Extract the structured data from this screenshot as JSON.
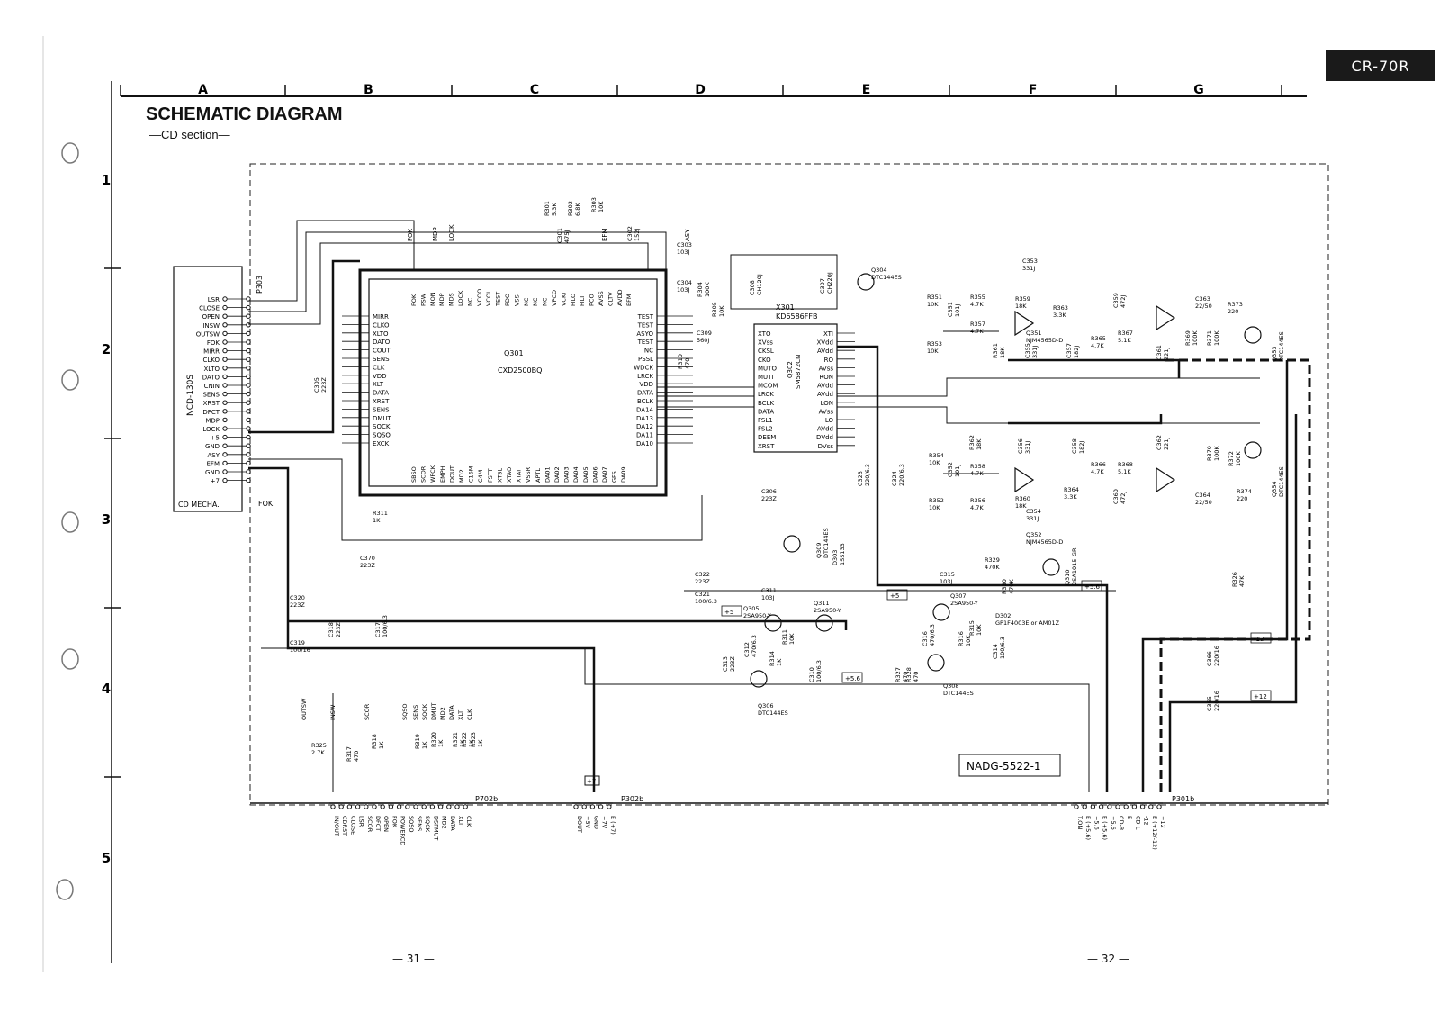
{
  "model_badge": "CR-70R",
  "title": "SCHEMATIC DIAGRAM",
  "subtitle": "—CD section—",
  "columns": [
    "A",
    "B",
    "C",
    "D",
    "E",
    "F",
    "G"
  ],
  "rows": [
    "1",
    "2",
    "3",
    "4",
    "5"
  ],
  "doc_code": "NADG-5522-1",
  "page_left": "— 31 —",
  "page_right": "— 32 —",
  "cd_mecha": {
    "label": "CD MECHA.",
    "part": "NCD-130S",
    "connector": "P303",
    "pins": [
      "LSR",
      "CLOSE",
      "OPEN",
      "INSW",
      "OUTSW",
      "FOK",
      "MIRR",
      "CLKO",
      "XLTO",
      "DATO",
      "CNIN",
      "SENS",
      "XRST",
      "DFCT",
      "MDP",
      "LOCK",
      "+5",
      "GND",
      "ASY",
      "EFM",
      "GND",
      "+7"
    ]
  },
  "fok_label": "FOK",
  "q301": {
    "ref": "Q301",
    "part": "CXD2500BQ",
    "left_pins": [
      "MIRR",
      "CLKO",
      "XLTO",
      "DATO",
      "COUT",
      "SENS",
      "CLK",
      "VDD",
      "XLT",
      "DATA",
      "XRST",
      "SENS",
      "DMUT",
      "SQCK",
      "SQSO",
      "EXCK"
    ],
    "right_pins": [
      "TEST",
      "TEST",
      "ASYO",
      "TEST",
      "NC",
      "PSSL",
      "WDCK",
      "LRCK",
      "VDD",
      "DATA",
      "BCLK",
      "DA14",
      "DA13",
      "DA12",
      "DA11",
      "DA10"
    ],
    "top_pins": [
      "FOK",
      "FSW",
      "MON",
      "MDP",
      "MDS",
      "LOCK",
      "NC",
      "VCOO",
      "VCOI",
      "TEST",
      "PDO",
      "VSS",
      "NC",
      "NC",
      "NC",
      "VPCO",
      "VCKI",
      "FILO",
      "FILI",
      "PCO",
      "AVSS",
      "CLTV",
      "AVDD",
      "EFM"
    ],
    "bottom_pins": [
      "SBSO",
      "SCOR",
      "WFCK",
      "EMPH",
      "DOUT",
      "MD2",
      "C16M",
      "C4M",
      "FSTT",
      "XTSL",
      "XTAO",
      "XTAI",
      "VSSR",
      "APTL",
      "DA01",
      "DA02",
      "DA03",
      "DA04",
      "DA05",
      "DA06",
      "DA07",
      "GFS",
      "DA09"
    ]
  },
  "q302": {
    "ref": "Q302",
    "part": "SM5872CN",
    "left_pins": [
      "XTO",
      "XVss",
      "CKSL",
      "CKO",
      "MUTO",
      "MUTI",
      "MCOM",
      "LRCK",
      "BCLK",
      "DATA",
      "FSL1",
      "FSL2",
      "DEEM",
      "XRST"
    ],
    "right_pins": [
      "XTI",
      "XVdd",
      "AVdd",
      "RO",
      "AVss",
      "RON",
      "AVdd",
      "AVdd",
      "LON",
      "AVss",
      "LO",
      "AVdd",
      "DVdd",
      "DVss"
    ]
  },
  "x301": {
    "ref": "X301",
    "part": "KD6586FFB"
  },
  "top_signals": [
    "FOK",
    "MDP",
    "LOCK",
    "EFM",
    "ASY"
  ],
  "components": [
    {
      "ref": "R301",
      "val": "5.3K"
    },
    {
      "ref": "R302",
      "val": "6.8K"
    },
    {
      "ref": "R303",
      "val": "10K"
    },
    {
      "ref": "C301",
      "val": "475J"
    },
    {
      "ref": "C302",
      "val": "152J"
    },
    {
      "ref": "C303",
      "val": "103J"
    },
    {
      "ref": "C304",
      "val": "103J"
    },
    {
      "ref": "R304",
      "val": "100K"
    },
    {
      "ref": "R305",
      "val": "10K"
    },
    {
      "ref": "C305",
      "val": "223Z"
    },
    {
      "ref": "C309",
      "val": "560J"
    },
    {
      "ref": "R310",
      "val": "470"
    },
    {
      "ref": "C308",
      "val": "CH120J"
    },
    {
      "ref": "C307",
      "val": "CH220J"
    },
    {
      "ref": "Q304",
      "val": "DTC144ES"
    },
    {
      "ref": "R311",
      "val": "1K"
    },
    {
      "ref": "C370",
      "val": "223Z"
    },
    {
      "ref": "C306",
      "val": "223Z"
    },
    {
      "ref": "C323",
      "val": "220/6.3"
    },
    {
      "ref": "C324",
      "val": "220/6.3"
    },
    {
      "ref": "Q309",
      "val": "DTC144ES"
    },
    {
      "ref": "D303",
      "val": "1SS133"
    },
    {
      "ref": "C320",
      "val": "223Z"
    },
    {
      "ref": "C318",
      "val": "223Z"
    },
    {
      "ref": "C317",
      "val": "100/6.3"
    },
    {
      "ref": "C319",
      "val": "100/16"
    },
    {
      "ref": "C322",
      "val": "223Z"
    },
    {
      "ref": "C321",
      "val": "100/6.3"
    },
    {
      "ref": "C311",
      "val": "103J"
    },
    {
      "ref": "Q305",
      "val": "2SA950-Y"
    },
    {
      "ref": "Q311",
      "val": "2SA950-Y"
    },
    {
      "ref": "R311",
      "val": "10K"
    },
    {
      "ref": "R314",
      "val": "1K"
    },
    {
      "ref": "C313",
      "val": "223Z"
    },
    {
      "ref": "C312",
      "val": "470/6.3"
    },
    {
      "ref": "C310",
      "val": "100/6.3"
    },
    {
      "ref": "Q306",
      "val": "DTC144ES"
    },
    {
      "ref": "C315",
      "val": "103J"
    },
    {
      "ref": "Q307",
      "val": "2SA950-Y"
    },
    {
      "ref": "R316",
      "val": "10K"
    },
    {
      "ref": "R315",
      "val": "10K"
    },
    {
      "ref": "C316",
      "val": "470/6.3"
    },
    {
      "ref": "C314",
      "val": "100/6.3"
    },
    {
      "ref": "Q308",
      "val": "DTC144ES"
    },
    {
      "ref": "R327",
      "val": "470"
    },
    {
      "ref": "R328",
      "val": "470"
    },
    {
      "ref": "D302",
      "val": "GP1F4003E or AM01Z"
    },
    {
      "ref": "R329",
      "val": "470K"
    },
    {
      "ref": "R330",
      "val": "470K"
    },
    {
      "ref": "Q310",
      "val": "2SA1015-GR"
    },
    {
      "ref": "R325",
      "val": "2.7K"
    },
    {
      "ref": "R317",
      "val": "470"
    },
    {
      "ref": "R318",
      "val": "1K"
    },
    {
      "ref": "R319",
      "val": "1K"
    },
    {
      "ref": "R320",
      "val": "1K"
    },
    {
      "ref": "R321",
      "val": "1K"
    },
    {
      "ref": "R322",
      "val": "1K"
    },
    {
      "ref": "R323",
      "val": "1K"
    },
    {
      "ref": "R351",
      "val": "10K"
    },
    {
      "ref": "R355",
      "val": "4.7K"
    },
    {
      "ref": "R357",
      "val": "4.7K"
    },
    {
      "ref": "R353",
      "val": "10K"
    },
    {
      "ref": "C351",
      "val": "101J"
    },
    {
      "ref": "R361",
      "val": "18K"
    },
    {
      "ref": "C353",
      "val": "331J"
    },
    {
      "ref": "R359",
      "val": "18K"
    },
    {
      "ref": "R363",
      "val": "3.3K"
    },
    {
      "ref": "C355",
      "val": "331J"
    },
    {
      "ref": "C357",
      "val": "182J"
    },
    {
      "ref": "Q351",
      "val": "NJM4565D-D"
    },
    {
      "ref": "R365",
      "val": "4.7K"
    },
    {
      "ref": "R367",
      "val": "5.1K"
    },
    {
      "ref": "C359",
      "val": "472J"
    },
    {
      "ref": "C361",
      "val": "221J"
    },
    {
      "ref": "C363",
      "val": "22/50"
    },
    {
      "ref": "R373",
      "val": "220"
    },
    {
      "ref": "R369",
      "val": "100K"
    },
    {
      "ref": "R371",
      "val": "100K"
    },
    {
      "ref": "Q353",
      "val": "DTC144ES"
    },
    {
      "ref": "R354",
      "val": "10K"
    },
    {
      "ref": "R362",
      "val": "18K"
    },
    {
      "ref": "R358",
      "val": "4.7K"
    },
    {
      "ref": "C352",
      "val": "101J"
    },
    {
      "ref": "R352",
      "val": "10K"
    },
    {
      "ref": "R356",
      "val": "4.7K"
    },
    {
      "ref": "C356",
      "val": "331J"
    },
    {
      "ref": "C358",
      "val": "182J"
    },
    {
      "ref": "R360",
      "val": "18K"
    },
    {
      "ref": "R364",
      "val": "3.3K"
    },
    {
      "ref": "C354",
      "val": "331J"
    },
    {
      "ref": "Q352",
      "val": "NJM4565D-D"
    },
    {
      "ref": "R366",
      "val": "4.7K"
    },
    {
      "ref": "R368",
      "val": "5.1K"
    },
    {
      "ref": "C360",
      "val": "472J"
    },
    {
      "ref": "C362",
      "val": "221J"
    },
    {
      "ref": "R370",
      "val": "100K"
    },
    {
      "ref": "R372",
      "val": "100K"
    },
    {
      "ref": "C364",
      "val": "22/50"
    },
    {
      "ref": "R374",
      "val": "220"
    },
    {
      "ref": "Q354",
      "val": "DTC144ES"
    },
    {
      "ref": "R326",
      "val": "47K"
    },
    {
      "ref": "C366",
      "val": "220/16"
    },
    {
      "ref": "C365",
      "val": "220/16"
    }
  ],
  "rail_labels": [
    "+5",
    "+5",
    "+5.6",
    "+5.6",
    "-12",
    "+12"
  ],
  "p702b": {
    "ref": "P702b",
    "pins": [
      "IN/OUT",
      "CDRST",
      "CLOSE",
      "LSR",
      "SCOR",
      "DFCT",
      "OPEN",
      "FOK",
      "POWERCD",
      "SQSO",
      "SENS",
      "SQCK",
      "DSPMUT",
      "MD2",
      "DATA",
      "XLT",
      "CLK"
    ]
  },
  "p702b_nets": [
    "OUTSW",
    "INSW",
    "SCOR",
    "SQSO",
    "SENS",
    "SQCK",
    "DMUT",
    "MD2",
    "DATA",
    "XLT",
    "CLK"
  ],
  "p302b": {
    "ref": "P302b",
    "pins": [
      "DOUT",
      "+5V",
      "GND",
      "+7V",
      "E (+7)"
    ],
    "tag": "+7"
  },
  "p301b": {
    "ref": "P301b",
    "pins": [
      "T.ON",
      "E (+5.6)",
      "+5.6",
      "E (+5.6)",
      "+5.6",
      "CD-R",
      "E",
      "CD-L",
      "-12",
      "E (+12/-12)",
      "+12"
    ]
  }
}
